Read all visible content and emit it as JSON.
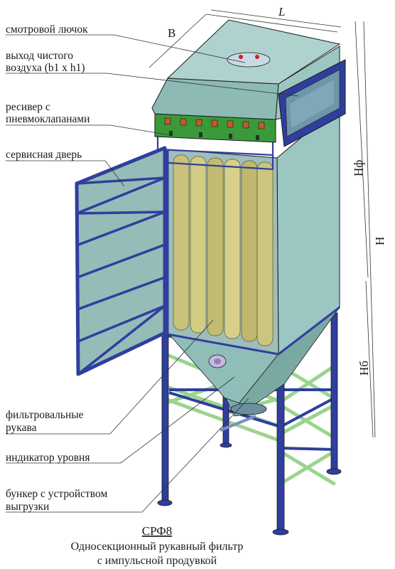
{
  "labels": {
    "sight_hatch": "смотровой лючок",
    "clean_air_outlet_line1": "выход чистого",
    "clean_air_outlet_line2": "воздуха (b1 x h1)",
    "receiver_line1": "ресивер с",
    "receiver_line2": "пневмоклапанами",
    "service_door": "сервисная дверь",
    "filter_bags_line1": "фильтровальные",
    "filter_bags_line2": "рукава",
    "level_indicator": "индикатор уровня",
    "hopper_line1": "бункер с устройством",
    "hopper_line2": "выгрузки"
  },
  "dimensions": {
    "B": "B",
    "L": "L",
    "Hf": "Нф",
    "H": "Н",
    "Hb": "Нб"
  },
  "caption": {
    "model": "СРФ8",
    "line1": "Односекционный рукавный фильтр",
    "line2": "с импульсной продувкой"
  },
  "colors": {
    "panel": "#9cc6c2",
    "panel_dark": "#7fb0ab",
    "frame": "#2f3f9e",
    "bracing": "#9bd48f",
    "bags": "#c8c27a",
    "receiver": "#3a9a3a",
    "outline": "#1a1a1a"
  }
}
